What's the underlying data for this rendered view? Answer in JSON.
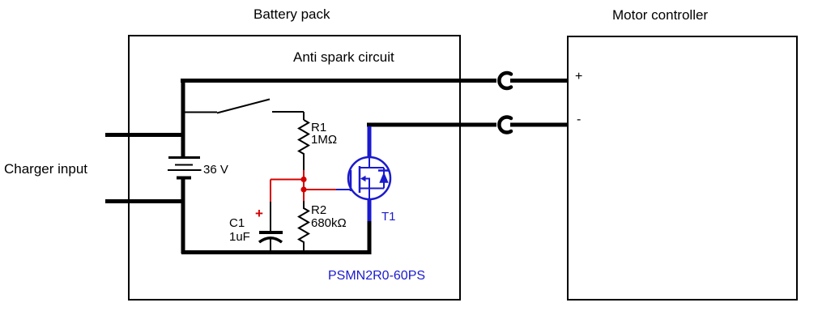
{
  "colors": {
    "wire_black": "#000000",
    "wire_red": "#d40000",
    "component_blue": "#1a1acd",
    "background": "#ffffff"
  },
  "battery_pack": {
    "title": "Battery pack",
    "subtitle": "Anti spark circuit",
    "battery": {
      "voltage": "36 V"
    },
    "resistors": [
      {
        "name": "R1",
        "value": "1MΩ"
      },
      {
        "name": "R2",
        "value": "680kΩ"
      }
    ],
    "capacitor": {
      "name": "C1",
      "value": "1uF",
      "polarity_mark": "+"
    },
    "transistor": {
      "designator": "T1",
      "part_number": "PSMN2R0-60PS"
    }
  },
  "motor_controller": {
    "title": "Motor controller",
    "terminals": {
      "positive": "+",
      "negative": "-"
    }
  },
  "charger": {
    "label": "Charger input"
  }
}
